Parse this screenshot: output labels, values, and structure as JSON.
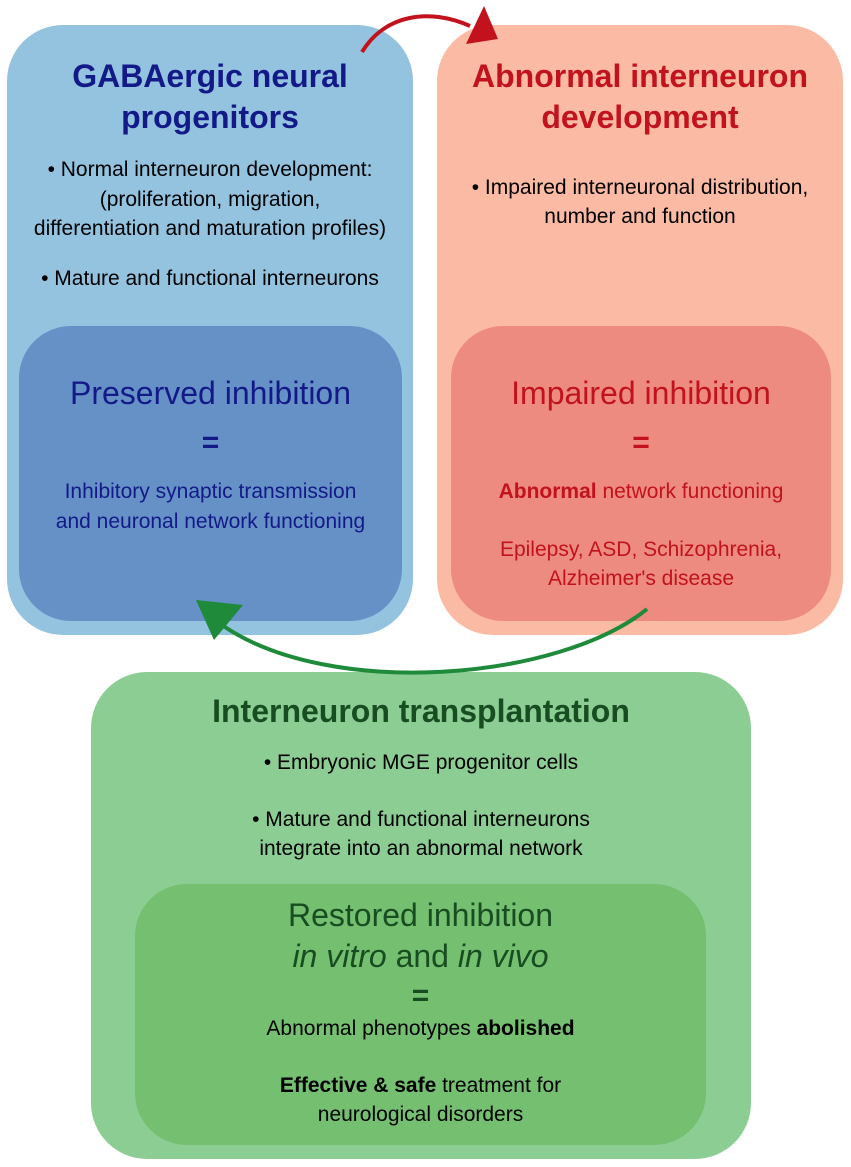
{
  "blue": {
    "title_line1": "GABAergic neural",
    "title_line2": "progenitors",
    "bullet1_line1": "• Normal interneuron development:",
    "bullet1_line2": "(proliferation, migration,",
    "bullet1_line3": "differentiation and maturation profiles)",
    "bullet2": "• Mature and functional interneurons",
    "inner": {
      "heading": "Preserved inhibition",
      "eq": "=",
      "line1": "Inhibitory synaptic transmission",
      "line2": "and neuronal network functioning"
    }
  },
  "red": {
    "title_line1": "Abnormal interneuron",
    "title_line2": "development",
    "bullet1_line1": "• Impaired interneuronal distribution,",
    "bullet1_line2": "number and function",
    "inner": {
      "heading": "Impaired inhibition",
      "eq": "=",
      "line1_bold": "Abnormal",
      "line1_rest": " network functioning",
      "line2": "Epilepsy, ASD, Schizophrenia,",
      "line3": "Alzheimer's disease"
    }
  },
  "green": {
    "title": "Interneuron transplantation",
    "bullet1": "• Embryonic MGE progenitor cells",
    "bullet2_line1": "• Mature and functional interneurons",
    "bullet2_line2": "integrate into an abnormal network",
    "inner": {
      "heading_line1": "Restored inhibition",
      "heading_italic1": "in vitro",
      "heading_and": " and ",
      "heading_italic2": "in vivo",
      "eq": "=",
      "line1_rest": "Abnormal phenotypes ",
      "line1_bold": "abolished",
      "line2_bold": "Effective & safe",
      "line2_rest": " treatment for",
      "line3": "neurological disorders"
    }
  },
  "colors": {
    "red_arrow": "#c1121e",
    "green_arrow": "#1e8a3a"
  }
}
